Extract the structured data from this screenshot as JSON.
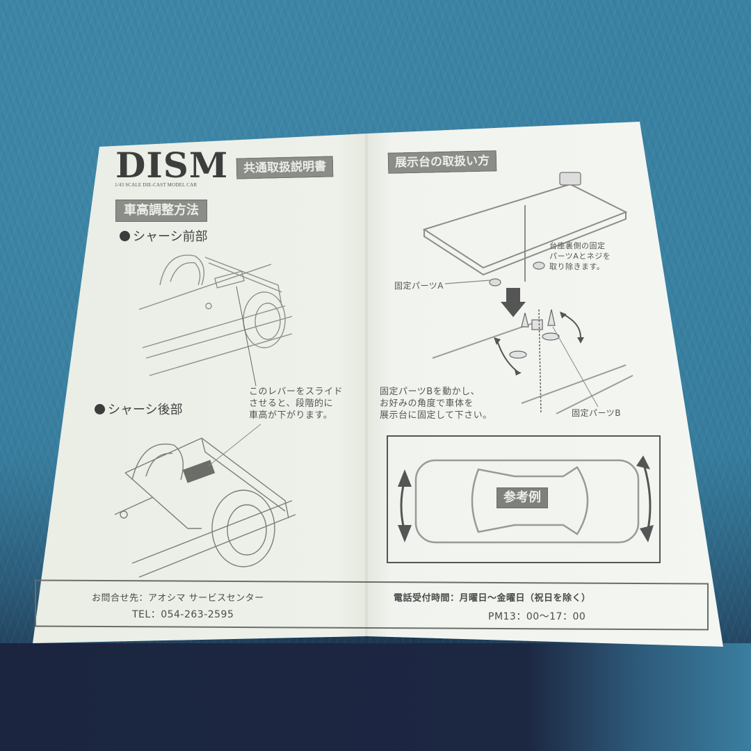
{
  "scene": {
    "description": "Photo of a folded DISM model car instruction leaflet lying on blue fabric",
    "background_color": "#3b82a3",
    "paper_color": "#eef1ea",
    "header_box_color": "#8a8d88"
  },
  "brand": {
    "logo": "DISM",
    "subtitle": "1/43 SCALE DIE-CAST MODEL CAR"
  },
  "left_panel": {
    "doc_title": "共通取扱説明書",
    "section_title": "車高調整方法",
    "front_label": "シャーシ前部",
    "rear_label": "シャーシ後部",
    "lever_note": "このレバーをスライド\nさせると、段階的に\n車高が下がります。"
  },
  "right_panel": {
    "section_title": "展示台の取扱い方",
    "remove_note": "台座裏側の固定\nパーツAとネジを\n取り除きます。",
    "part_a_label": "固定パーツA",
    "part_b_label": "固定パーツB",
    "adjust_note": "固定パーツBを動かし、\nお好みの角度で車体を\n展示台に固定して下さい。",
    "example_label": "参考例"
  },
  "footer": {
    "contact_label": "お問合せ先：アオシマ サービスセンター",
    "tel": "TEL：054-263-2595",
    "hours_label": "電話受付時間：月曜日～金曜日（祝日を除く）",
    "hours": "PM13：00～17：00"
  }
}
